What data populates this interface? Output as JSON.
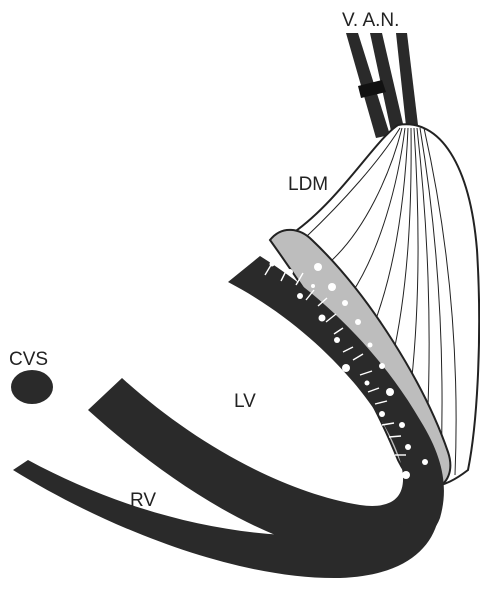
{
  "labels": {
    "van": "V. A.N.",
    "ldm": "LDM",
    "cvs": "CVS",
    "lv": "LV",
    "rv": "RV"
  },
  "colors": {
    "background": "#ffffff",
    "muscle": "#2a2a2a",
    "ldm_fill": "#bdbdbd",
    "outline": "#222222"
  }
}
